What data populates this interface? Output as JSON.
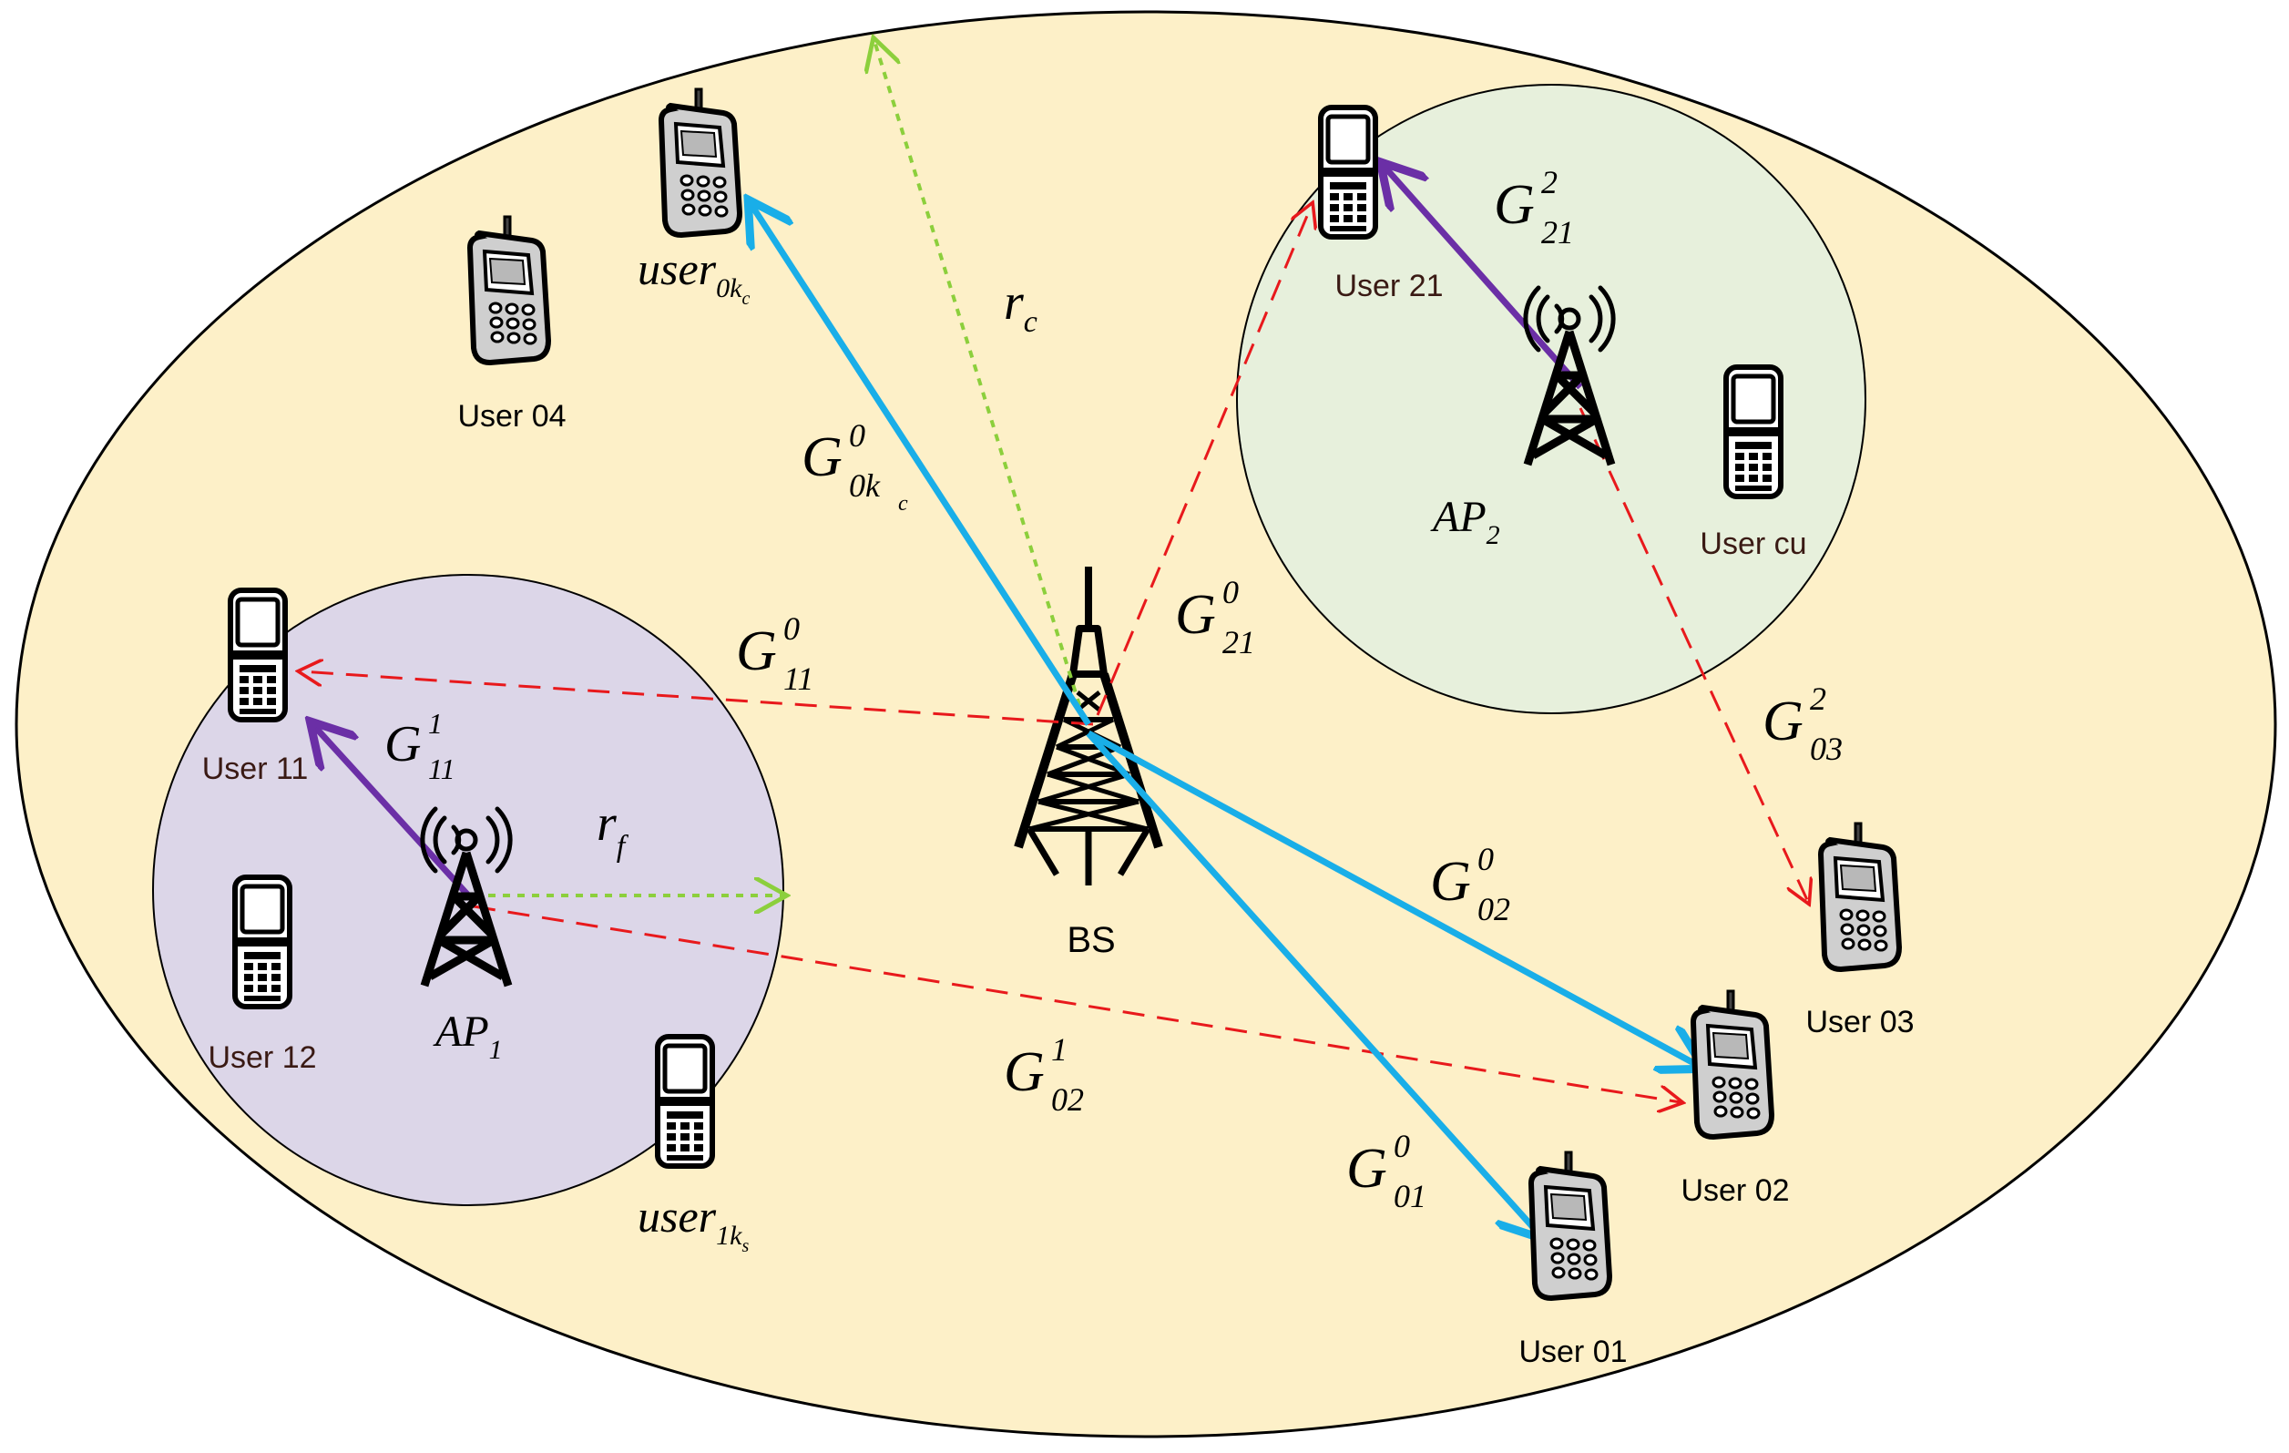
{
  "colors": {
    "macro_cell_fill": "#fdf0c8",
    "femto_cell_1_fill": "#dcd6e8",
    "femto_cell_2_fill": "#e7f0dc",
    "macro_link": "#19aee8",
    "femto_link": "#6b2fa6",
    "interference_link": "#e8191c",
    "radius": "#8ccf3c"
  },
  "labels": {
    "bs": "BS",
    "user_04": "User 04",
    "user_01": "User 01",
    "user_02": "User 02",
    "user_03": "User 03",
    "user_11": "User 11",
    "user_12": "User 12",
    "user_21": "User 21",
    "user_cu": "User cu"
  },
  "math": {
    "user0kc": {
      "base": "user",
      "sub": "0k",
      "subsub": "c"
    },
    "user1ks": {
      "base": "user",
      "sub": "1k",
      "subsub": "s"
    },
    "ap1": {
      "base": "AP",
      "sub": "1"
    },
    "ap2": {
      "base": "AP",
      "sub": "2"
    },
    "rc": {
      "base": "r",
      "sub": "c"
    },
    "rf": {
      "base": "r",
      "sub": "f"
    },
    "g0kc": {
      "base": "G",
      "sup": "0",
      "sub": "0k",
      "subsub": "c"
    },
    "g21_0": {
      "base": "G",
      "sup": "0",
      "sub": "21"
    },
    "g11_0": {
      "base": "G",
      "sup": "0",
      "sub": "11"
    },
    "g11_1": {
      "base": "G",
      "sup": "1",
      "sub": "11"
    },
    "g21_2": {
      "base": "G",
      "sup": "2",
      "sub": "21"
    },
    "g03_2": {
      "base": "G",
      "sup": "2",
      "sub": "03"
    },
    "g02_0": {
      "base": "G",
      "sup": "0",
      "sub": "02"
    },
    "g02_1": {
      "base": "G",
      "sup": "1",
      "sub": "02"
    },
    "g01_0": {
      "base": "G",
      "sup": "0",
      "sub": "01"
    }
  }
}
